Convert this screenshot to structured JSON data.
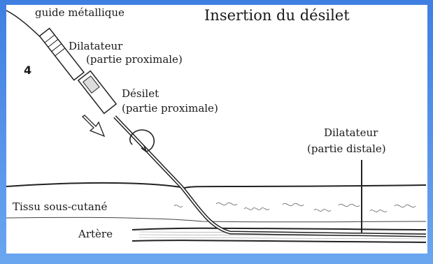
{
  "diagram": {
    "title": "Insertion du désilet",
    "step_number": "4",
    "labels": {
      "guide": "guide métallique",
      "dilatateur_prox_1": "Dilatateur",
      "dilatateur_prox_2": "(partie proximale)",
      "desilet_1": "Désilet",
      "desilet_2": "(partie proximale)",
      "dilatateur_dist_1": "Dilatateur",
      "dilatateur_dist_2": "(partie distale)",
      "tissu": "Tissu sous-cutané",
      "artere": "Artère"
    }
  },
  "colors": {
    "background": "#4f8fe9",
    "panel": "#ffffff",
    "ink": "#1a1a1a"
  }
}
